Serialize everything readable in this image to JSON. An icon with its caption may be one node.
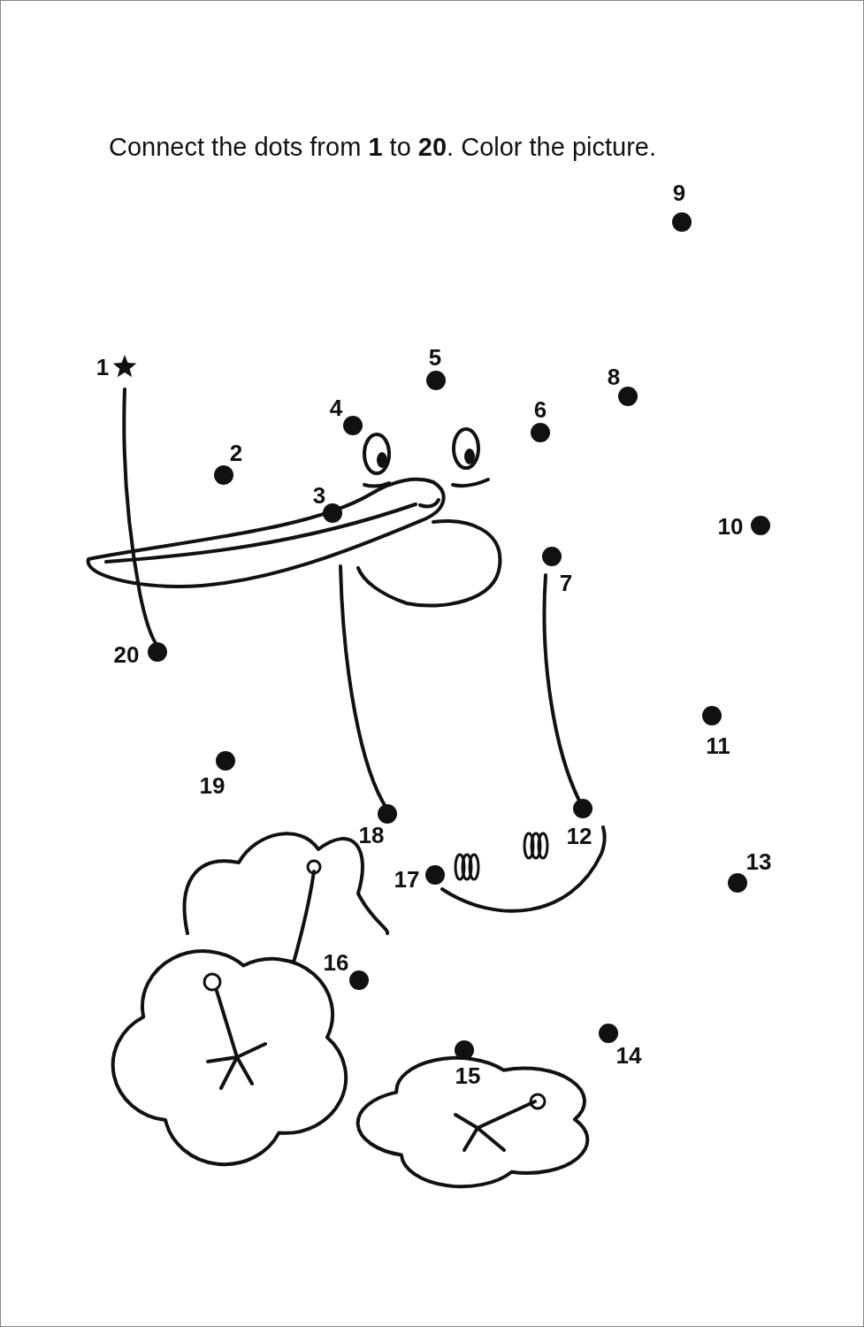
{
  "diagram": {
    "title": "Connect the dots from **1** to **20**. Color the picture.",
    "labels": [
      "1",
      "2",
      "3",
      "4",
      "5",
      "6",
      "7",
      "8",
      "9",
      "10",
      "11",
      "12",
      "13",
      "14",
      "15",
      "16",
      "17",
      "18",
      "19",
      "20"
    ]
  }
}
